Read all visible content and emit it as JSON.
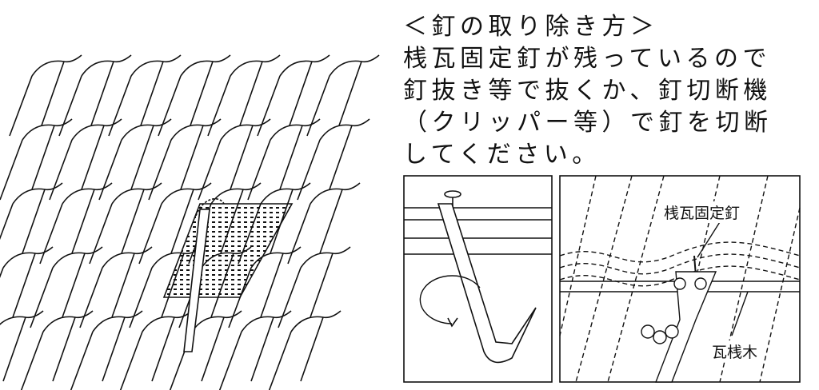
{
  "instructions": {
    "title": "＜釘の取り除き方＞",
    "lines": [
      "桟瓦固定釘が残っているので",
      "釘抜き等で抜くか、釘切断機",
      "（クリッパー等）で釘を切断",
      "してください。"
    ]
  },
  "detail_right": {
    "nail_label": "桟瓦固定釘",
    "batten_label": "瓦桟木"
  }
}
